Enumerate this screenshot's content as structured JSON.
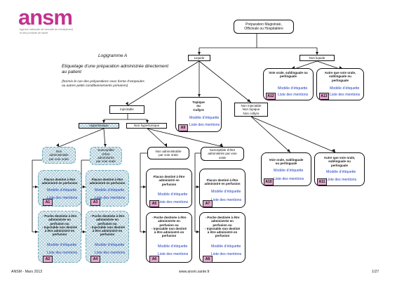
{
  "logo": {
    "name": "ansm",
    "subtitle": "Agence nationale de sécurité du médicament\net des produits de santé"
  },
  "heading": {
    "title": "Logigramme A",
    "subtitle": "Etiquetage d’une préparation administrée directement au patient",
    "note": "(hormis le cas des préparations sous forme d’ampoules\nou autres petits conditionnements primaires)"
  },
  "nodes": {
    "root": "Préparation Magistrale,\nOfficinale ou Hospitalière",
    "liquide": "Liquide",
    "non_liquide": "Non liquide",
    "injectable": "Injectable",
    "topique": "Topique\nou\nCollyre",
    "non_injectable": "Non injectable\nNon topique\nNon collyre",
    "hypertonique": "Hypertonique",
    "non_hypertonique": "Non hypertonique",
    "hyp_non_admin": "Non\nadministrable\npar voie orale",
    "hyp_susceptible": "Susceptible\nd’être\nadministrée\npar voie orale",
    "nh_non_admin": "Non administrable\npar voie orale",
    "nh_susceptible": "Susceptible d’être\nadministrée par voie\norale"
  },
  "links": {
    "modele": "Modèle d’étiquette",
    "liste": "Liste des mentions"
  },
  "cards": {
    "A12": "Voie orale, sublinguale ou\nperlinguale",
    "A13": "Autre que voie orale,\nsublinguale ou\nperlinguale",
    "A9": "",
    "A10": "Voie orale, sublinguale\nou perlinguale",
    "A11": "Autre que voie orale,\nsublinguale ou\nperlinguale",
    "A1": "Flacon destiné à être\nadministré en perfusion",
    "A3": "Flacon destiné à être\nadministré en perfusion",
    "A5": "Flacon destiné à être\nadministré en\nperfusion",
    "A7": "Flacon destiné à être\nadministré en perfusion",
    "A2": "- Poche destinée à être\nadministrée en\nperfusion ou\n- Injectable non destiné\nà être administré en\nperfusion",
    "A4": "- Poche destinée à être\nadministrée en\nperfusion ou\n- Injectable non destiné\nà être administré en\nperfusion",
    "A6": "- Poche destinée à être\nadministrée en\nperfusion ou\n- Injectable non destiné\nà être administré en\nperfusion",
    "A8": "- Poche destinée à être\nadministrée en\nperfusion ou\n- Injectable non destiné\nà être administré en\nperfusion"
  },
  "footer": {
    "left": "ANSM - Mars 2013",
    "center": "www.ansm.sante.fr",
    "right": "1/27"
  },
  "colors": {
    "badge": "#e8a6d0",
    "link": "#1f3fbf",
    "logo": "#c2338f",
    "hatch": "#9ec7d3"
  }
}
